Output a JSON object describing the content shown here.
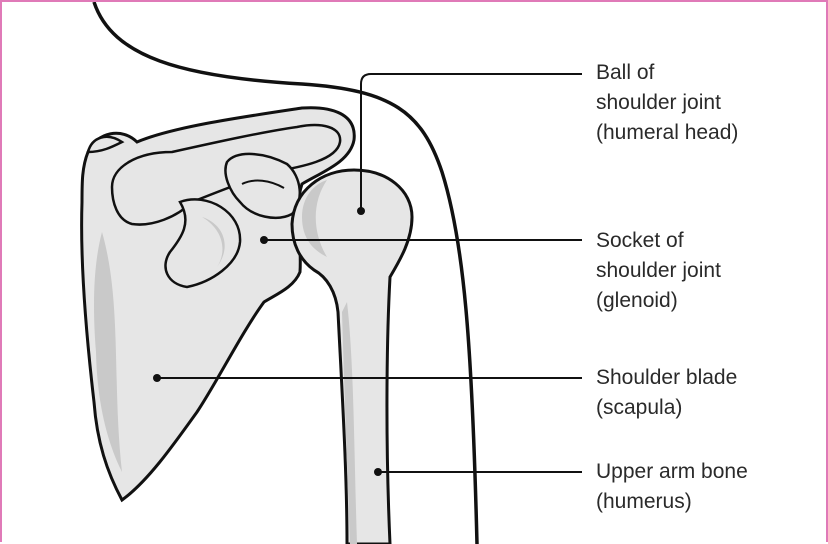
{
  "labels": [
    {
      "lines": [
        "Ball of",
        "shoulder joint",
        "(humeral head)"
      ]
    },
    {
      "lines": [
        "Socket of",
        "shoulder joint",
        "(glenoid)"
      ]
    },
    {
      "lines": [
        "Shoulder blade",
        "(scapula)"
      ]
    },
    {
      "lines": [
        "Upper arm bone",
        "(humerus)"
      ]
    }
  ],
  "colors": {
    "bone_fill": "#e6e6e6",
    "bone_shade": "#c8c8c8",
    "outline": "#111111",
    "frame_border": "#e07ab8"
  }
}
